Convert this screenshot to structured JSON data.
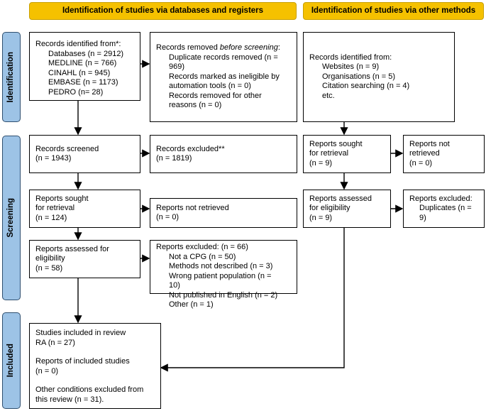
{
  "headers": {
    "databases": "Identification of studies via databases and registers",
    "other": "Identification of studies via other methods"
  },
  "stages": {
    "identification": "Identification",
    "screening": "Screening",
    "included": "Included"
  },
  "db": {
    "identified": {
      "title": "Records identified from*:",
      "items": [
        "Databases (n = 2912)",
        "MEDLINE (n = 766)",
        "CINAHL (n = 945)",
        "EMBASE (n = 1173)",
        "PEDRO (n= 28)"
      ]
    },
    "removed": {
      "title_prefix": "Records removed ",
      "title_italic": "before screening",
      "title_suffix": ":",
      "items": [
        "Duplicate records removed (n = 969)",
        "Records marked as ineligible by automation tools (n = 0)",
        "Records removed for other reasons (n = 0)"
      ]
    },
    "screened": {
      "label": "Records screened",
      "n": "(n = 1943)"
    },
    "excluded": {
      "label": "Records excluded**",
      "n": "(n = 1819)"
    },
    "sought": {
      "label": "Reports sought for retrieval",
      "n": "(n = 124)"
    },
    "not_retrieved": {
      "label": "Reports not retrieved",
      "n": "(n = 0)"
    },
    "assessed": {
      "label": "Reports assessed for eligibility",
      "n": "(n = 58)"
    },
    "reports_excluded": {
      "title": "Reports excluded: (n = 66)",
      "items": [
        "Not a CPG (n = 50)",
        "Methods not described (n = 3)",
        "Wrong patient population (n = 10)",
        "Not published in English (n = 2)",
        "Other (n = 1)"
      ]
    }
  },
  "other": {
    "identified": {
      "title": "Records identified from:",
      "items": [
        "Websites (n = 9)",
        "Organisations (n = 5)",
        "Citation searching (n = 4)",
        "etc."
      ]
    },
    "sought": {
      "label": "Reports sought for retrieval",
      "n": "(n = 9)"
    },
    "not_retrieved": {
      "label": "Reports not retrieved",
      "n": "(n = 0)"
    },
    "assessed": {
      "label": "Reports assessed for eligibility",
      "n": "(n = 9)"
    },
    "excluded": {
      "title": "Reports excluded:",
      "items": [
        "Duplicates (n = 9)"
      ]
    }
  },
  "included": {
    "lines": [
      "Studies included in review",
      "RA (n = 27)",
      "Reports of included studies",
      "(n = 0)",
      "Other conditions excluded from this review (n = 31)."
    ]
  },
  "colors": {
    "header": "#F5C100",
    "stage": "#9DC3E6"
  }
}
